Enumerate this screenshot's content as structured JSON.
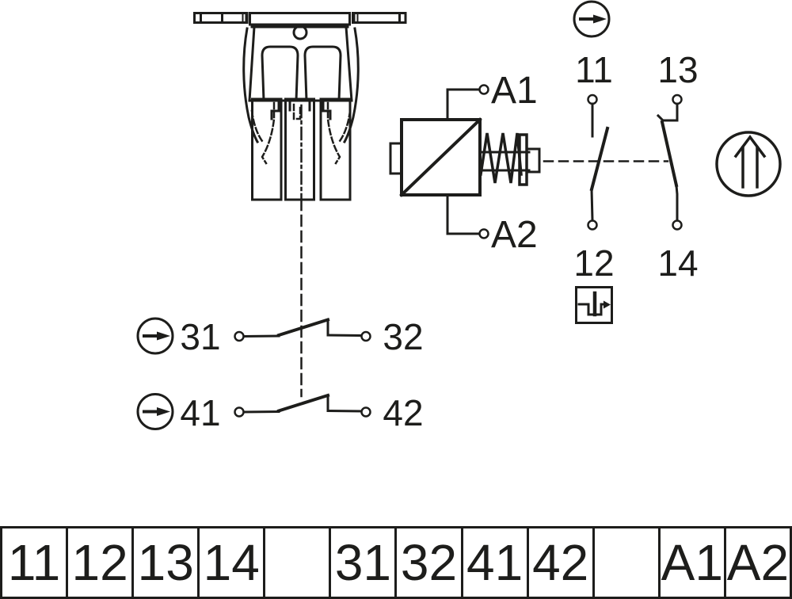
{
  "page": {
    "background": "#ffffff",
    "ink_color": "#1d1d1b",
    "description": "Position switch wiring diagram with plunger actuator, coil A1-A2, contacts 11-12 / 13-14 and auxiliary contacts 31-32 / 41-42"
  },
  "diagram": {
    "coil_terminals": {
      "a1": "A1",
      "a2": "A2"
    },
    "contact_labels": {
      "c11": "11",
      "c12": "12",
      "c13": "13",
      "c14": "14",
      "c31": "31",
      "c32": "32",
      "c41": "41",
      "c42": "42"
    },
    "icons": {
      "positive_opening": "circle-with-right-arrow",
      "actuation_direction": "circle-with-double-up-arrow",
      "plunger_actuation": "square-with-step-notch-arrow"
    }
  },
  "terminal_strip": {
    "cells": [
      "11",
      "12",
      "13",
      "14",
      "",
      "31",
      "32",
      "41",
      "42",
      "",
      "A1",
      "A2"
    ]
  }
}
